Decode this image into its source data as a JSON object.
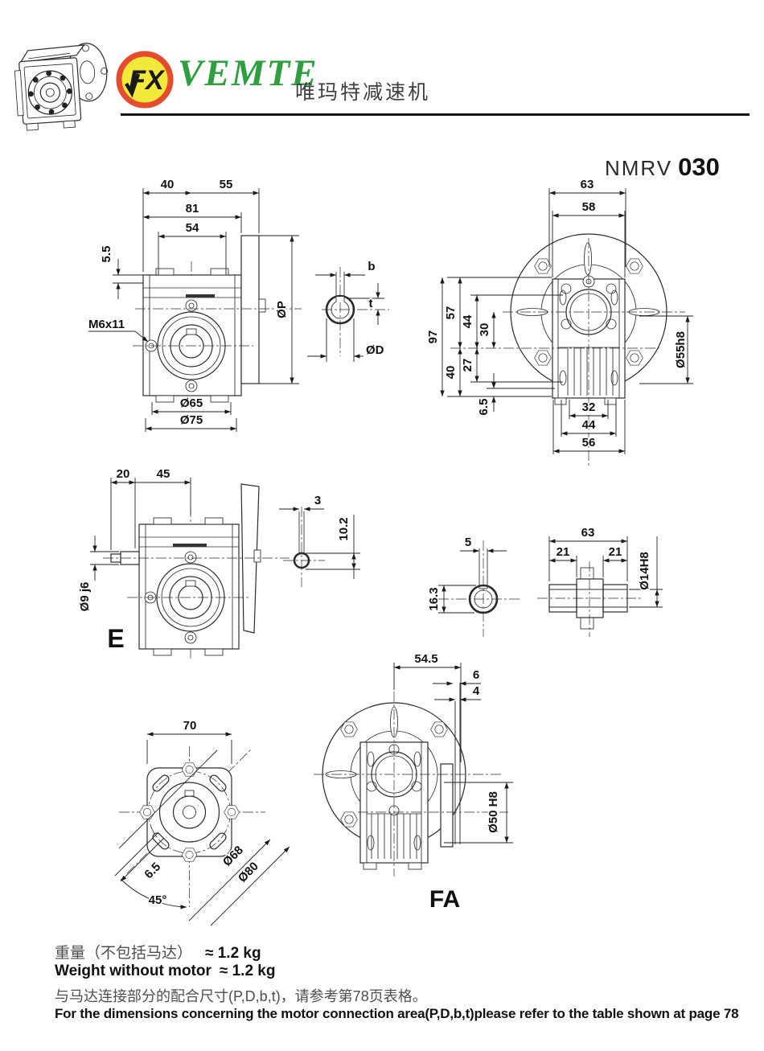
{
  "colors": {
    "brand_green": "#2e9e3e",
    "logo_ring": "#e54b2d",
    "logo_fill": "#f2e93a",
    "ink": "#1a1a1a"
  },
  "header": {
    "logo_monogram": "FX",
    "brand": "VEMTE",
    "brand_cn": "唯玛特减速机"
  },
  "title": {
    "series": "NMRV",
    "size": "030"
  },
  "views": {
    "side": {
      "d40": "40",
      "d55": "55",
      "d81": "81",
      "d54": "54",
      "d5_5": "5.5",
      "m6": "M6x11",
      "d65": "Ø65",
      "d75": "Ø75",
      "dp": "ØP"
    },
    "shaft_section": {
      "b": "b",
      "t": "t",
      "dd": "ØD"
    },
    "front": {
      "d63": "63",
      "d58": "58",
      "d97": "97",
      "d57": "57",
      "d44": "44",
      "d30": "30",
      "d27": "27",
      "d40": "40",
      "d6_5": "6.5",
      "d55h8": "Ø55h8",
      "b32": "32",
      "b44": "44",
      "b56": "56"
    },
    "e_view": {
      "label": "E",
      "d20": "20",
      "d45": "45",
      "d9j6": "Ø9 j6"
    },
    "key_detail": {
      "d3": "3",
      "d10_2": "10.2"
    },
    "bore_detail": {
      "d5": "5",
      "d16_3": "16.3"
    },
    "bushing": {
      "d63": "63",
      "d21_left": "21",
      "d21_right": "21",
      "d14": "Ø14H8"
    },
    "rear": {
      "d70": "70",
      "d68": "Ø68",
      "d80": "Ø80",
      "d6_5": "6.5",
      "a45": "45°"
    },
    "fa_view": {
      "label": "FA",
      "d54_5": "54.5",
      "d6": "6",
      "d4": "4",
      "d50": "Ø50 H8"
    }
  },
  "footer": {
    "weight_label_cn": "重量（不包括马达）",
    "weight_value_cn": "≈ 1.2 kg",
    "weight_label_en": "Weight without motor",
    "weight_value_en": "≈ 1.2 kg",
    "note_cn": "与马达连接部分的配合尺寸(P,D,b,t)，请参考第78页表格。",
    "note_en": "For the dimensions concerning the motor connection area(P,D,b,t)please refer to the table shown at page 78"
  }
}
